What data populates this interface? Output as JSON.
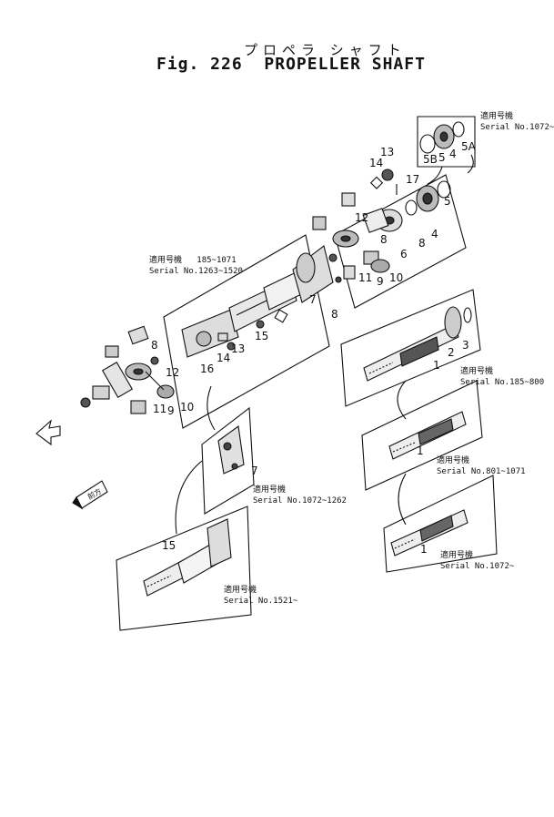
{
  "title": {
    "jp": "プロペラ シャフト",
    "figure": "Fig. 226",
    "name": "PROPELLER SHAFT"
  },
  "notes": [
    {
      "id": "n1",
      "jp": "適用号機",
      "range": "",
      "serial": "Serial No.1072~"
    },
    {
      "id": "n2",
      "jp": "適用号機",
      "range": "185~1071",
      "serial": "Serial No.1263~1520"
    },
    {
      "id": "n3",
      "jp": "適用号機",
      "range": "",
      "serial": "Serial No.185~800"
    },
    {
      "id": "n4",
      "jp": "適用号機",
      "range": "",
      "serial": "Serial No.801~1071"
    },
    {
      "id": "n5",
      "jp": "適用号機",
      "range": "",
      "serial": "Serial No.1072~1262"
    },
    {
      "id": "n6",
      "jp": "適用号機",
      "range": "",
      "serial": "Serial No.1072~"
    },
    {
      "id": "n7",
      "jp": "適用号機",
      "range": "",
      "serial": "Serial No.1521~"
    }
  ],
  "forward_label": "前方",
  "callouts": {
    "c13a": "13",
    "c14a": "14",
    "c17": "17",
    "c5b": "5B",
    "c5a": "5A",
    "c4a": "4",
    "c5c": "5",
    "c12a": "12",
    "c8a": "8",
    "c6": "6",
    "c8b": "8",
    "c4b": "4",
    "c5d": "5",
    "c7a": "7",
    "c11a": "11",
    "c9a": "9",
    "c10a": "10",
    "c8c": "8",
    "c15a": "15",
    "c14b": "14",
    "c13b": "13",
    "c16": "16",
    "c8d": "8",
    "c12b": "12",
    "c11b": "11",
    "c9b": "9",
    "c10b": "10",
    "c2": "2",
    "c3": "3",
    "c1a": "1",
    "c1b": "1",
    "c1c": "1",
    "c7b": "7",
    "c15b": "15"
  }
}
